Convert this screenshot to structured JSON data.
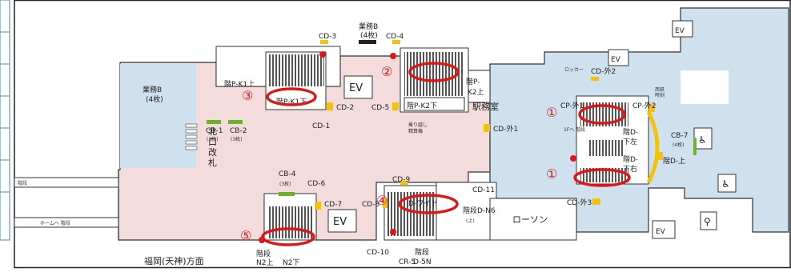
{
  "map": {
    "direction_label": "福岡(天神)方面",
    "rooms": {
      "station_office": "駅務室",
      "lawson": "ローソン",
      "locker": "ロッカー",
      "ev": "EV",
      "gate_lines": [
        "北",
        "口",
        "改",
        "札"
      ],
      "office_b_top": [
        "業務B",
        "(4枚)"
      ],
      "office_b_left": [
        "業務B",
        "(4枚)"
      ],
      "fare_adjust": [
        "乗り越し",
        "精算機"
      ],
      "nishitetsu_small": [
        "西鉄",
        "時刻"
      ],
      "stairs_left_tag": "階段",
      "platform_stairs": "ホームへ 階段",
      "to_1f_stairs": "1Fへ 階段"
    },
    "labels": {
      "cd3": "CD-3",
      "cd4": "CD-4",
      "cd2": "CD-2",
      "cd5": "CD-5",
      "cd1": "CD-1",
      "cd6": "CD-6",
      "cd7": "CD-7",
      "cd8": "CD-8",
      "cd9": "CD-9",
      "cd11": "CD-11",
      "cd10": "CD-10",
      "cr5": "CR-5",
      "cb1": [
        "CB-1",
        "(3枚)"
      ],
      "cb2": [
        "CB-2",
        "(3枚)"
      ],
      "cb4": [
        "CB-4",
        "(3枚)"
      ],
      "cb7": [
        "CB-7",
        "(4枚)"
      ],
      "cd_out1": "CD-外1",
      "cd_out2": "CD-外2",
      "cd_out3": "CD-外3",
      "cp_out2": "CP-外2",
      "cp_out1": "CP-外1",
      "kai_p_k1_up": "階P-K1上",
      "kai_p_k1_down": "階P-K1下",
      "kai_p_k2_up": [
        "階P-",
        "K2上"
      ],
      "kai_p_k2_down": "階P-K2下",
      "kai_d_down_left": [
        "階D-",
        "下左"
      ],
      "kai_d_down_right": [
        "階D-",
        "下右"
      ],
      "kai_d_up": "階D-上",
      "wide_stairs": "D-ワイド",
      "kai_d_n6": [
        "階段D-N6",
        "(上)"
      ],
      "kai_d_5n": [
        "階段",
        "D-5N"
      ],
      "kai_n2_up": [
        "階段",
        "N2上"
      ],
      "kai_n2_down": "N2下"
    },
    "markers": [
      {
        "number": "①",
        "target": "CP-外1 stairs"
      },
      {
        "number": "①",
        "target": "階D-下右 stairs"
      },
      {
        "number": "②",
        "target": "階P-K2上 stairs"
      },
      {
        "number": "③",
        "target": "階P-K1下 stairs"
      },
      {
        "number": "④",
        "target": "D-ワイド stairs"
      },
      {
        "number": "⑤",
        "target": "N2下 stairs"
      }
    ],
    "colors": {
      "concourse_pink": "#f5dcdc",
      "concourse_blue": "#cfe0ee",
      "marker_red": "#e01515",
      "gate_yellow": "#f4c20d",
      "gate_green": "#6bb42a"
    },
    "icon_names": [
      "elevator-icon",
      "restroom-icon",
      "wheelchair-icon",
      "no-entry-icon"
    ]
  }
}
